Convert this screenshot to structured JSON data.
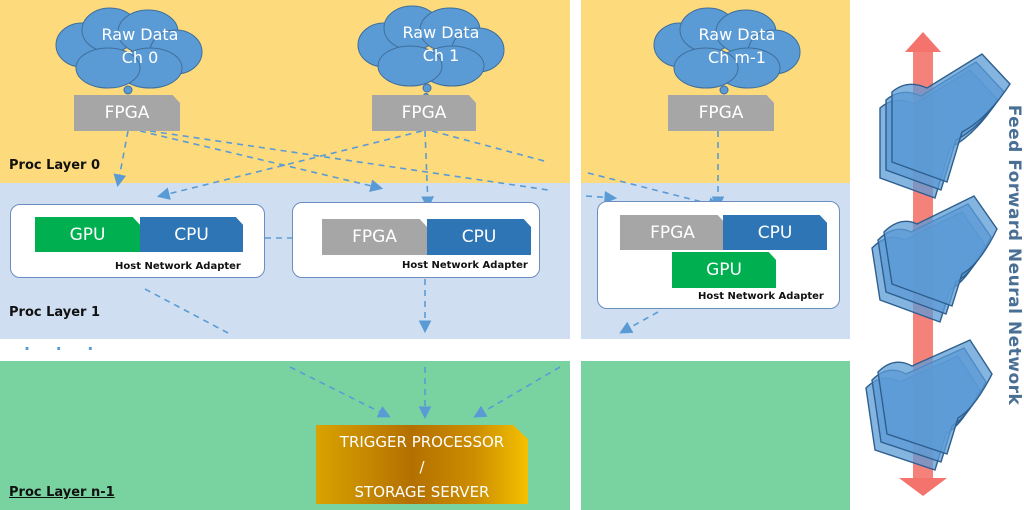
{
  "layers": {
    "layer0_label": "Proc Layer 0",
    "layer1_label": "Proc Layer 1",
    "layern_label": "Proc Layer n-1",
    "ellipsis": ". . ."
  },
  "channels": [
    {
      "line1": "Raw Data",
      "line2": "Ch 0",
      "fpga": "FPGA"
    },
    {
      "line1": "Raw Data",
      "line2": "Ch 1",
      "fpga": "FPGA"
    },
    {
      "line1": "Raw Data",
      "line2": "Ch m-1",
      "fpga": "FPGA"
    }
  ],
  "nodes": [
    {
      "a": "GPU",
      "b": "CPU",
      "adapter": "Host Network Adapter"
    },
    {
      "a": "FPGA",
      "b": "CPU",
      "adapter": "Host Network Adapter"
    },
    {
      "a": "FPGA",
      "b": "CPU",
      "c": "GPU",
      "adapter": "Host Network Adapter"
    }
  ],
  "trigger": {
    "line1": "TRIGGER PROCESSOR",
    "line2": "/",
    "line3": "STORAGE SERVER"
  },
  "side_title": "Feed Forward  Neural Network",
  "colors": {
    "layer0": "#fdda7c",
    "layer1": "#cfdff1",
    "layern": "#79d3a1",
    "fpga": "#a6a6a6",
    "gpu": "#00b050",
    "cpu": "#2e75b6",
    "cloud": "#5b9bd5",
    "arrow": "#5b9bd5",
    "nn_arrow": "#f4736c"
  }
}
